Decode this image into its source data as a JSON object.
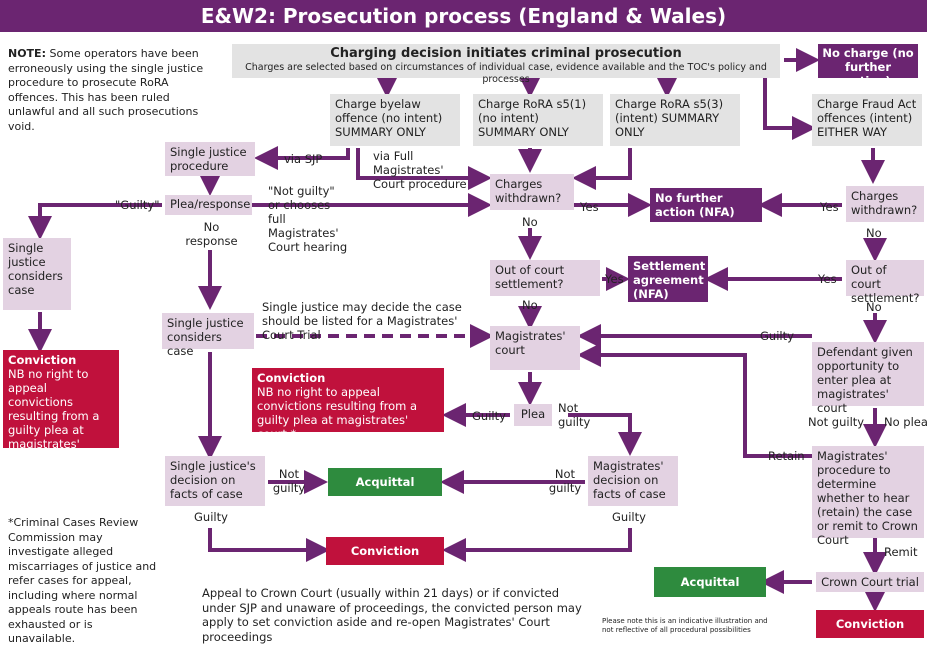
{
  "title": "E&W2: Prosecution process (England & Wales)",
  "note_label": "NOTE:",
  "note_text": "Some operators have been erroneously using the single justice procedure to prosecute RoRA offences. This has been ruled unlawful and all such prosecutions void.",
  "boxes": {
    "charging_title": "Charging decision initiates criminal prosecution",
    "charging_sub": "Charges are selected based on circumstances of individual case, evidence available and the TOC's policy and processes",
    "no_charge": "No charge (no further action)",
    "byelaw": "Charge byelaw offence (no intent) SUMMARY ONLY",
    "rora_s51": "Charge RoRA s5(1) (no intent) SUMMARY ONLY",
    "rora_s53": "Charge RoRA s5(3) (intent) SUMMARY ONLY",
    "fraud": "Charge Fraud Act offences (intent) EITHER WAY",
    "sjp": "Single justice procedure",
    "plea_response": "Plea/response",
    "charges_withdrawn_mid": "Charges withdrawn?",
    "nfa": "No further action (NFA)",
    "charges_withdrawn_right": "Charges withdrawn?",
    "single_justice_considers": "Single justice considers case",
    "out_of_court_mid": "Out of court settlement?",
    "settlement": "Settlement agreement (NFA)",
    "out_of_court_right": "Out of court settlement?",
    "conviction_left_title": "Conviction",
    "conviction_left_text": "NB no right to appeal convictions resulting from a guilty plea at magistrates' court*",
    "sj_considers_case": "Single justice considers case",
    "magistrates_court": "Magistrates' court",
    "defendant_opportunity": "Defendant given opportunity to enter plea at magistrates' court",
    "conviction_mid_title": "Conviction",
    "conviction_mid_text": "NB no right to appeal convictions resulting from a guilty plea at magistrates' court *",
    "plea": "Plea",
    "mags_procedure": "Magistrates' procedure to determine whether to hear (retain) the case or remit to Crown Court",
    "sj_decision": "Single justice's decision on facts of case",
    "acquittal_mid": "Acquittal",
    "mags_decision": "Magistrates' decision on facts of case",
    "conviction_bottom": "Conviction",
    "acquittal_right": "Acquittal",
    "crown_court": "Crown Court trial",
    "conviction_right": "Conviction"
  },
  "labels": {
    "via_sjp": "via SJP",
    "via_full": "via Full Magistrates' Court procedure",
    "guilty_left": "\"Guilty\"",
    "not_guilty_full": "\"Not guilty\" or chooses full Magistrates' Court hearing",
    "no_response": "No response",
    "yes_mid": "Yes",
    "yes_right": "Yes",
    "no_mid1": "No",
    "no_right1": "No",
    "yes_settle_mid": "Yes",
    "yes_settle_right": "Yes",
    "no_mid2": "No",
    "no_right2": "No",
    "sj_listed": "Single justice may decide the case should be listed for a Magistrates' Court Trial",
    "guilty_right": "Guilty",
    "guilty_plea": "Guilty",
    "not_guilty_plea": "Not guilty",
    "not_guilty_right": "Not guilty",
    "no_plea": "No plea",
    "retain": "Retain",
    "not_guilty_sj": "Not guilty",
    "not_guilty_mags": "Not guilty",
    "guilty_sj": "Guilty",
    "guilty_mags": "Guilty",
    "remit": "Remit"
  },
  "ccrc_note": "*Criminal Cases Review Commission may investigate alleged miscarriages of justice and refer cases for appeal, including where normal appeals route has been exhausted or is unavailable.",
  "appeal_note": "Appeal to Crown Court (usually within 21 days) or if convicted under SJP and unaware of proceedings, the convicted person may apply to set conviction aside and re-open Magistrates' Court proceedings",
  "disclaimer": "Please note this is an indicative illustration and not reflective of all procedural possibilities",
  "colors": {
    "purple": "#6b2571",
    "lilac": "#e3d2e2",
    "grey": "#e3e3e3",
    "red": "#c0113c",
    "green": "#2e8b3e"
  }
}
